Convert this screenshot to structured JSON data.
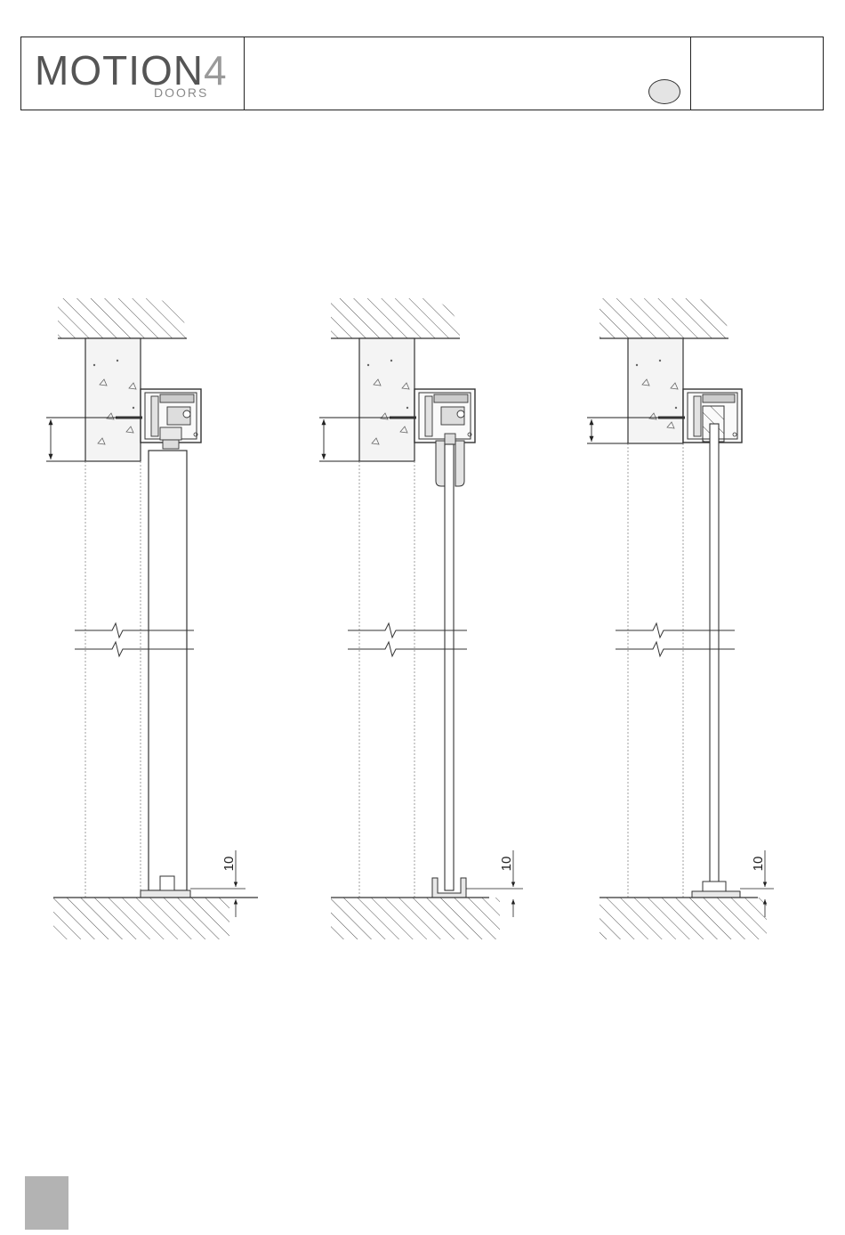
{
  "header": {
    "logo_main": "MOTION",
    "logo_digit": "4",
    "logo_sub": "DOORS"
  },
  "colors": {
    "line": "#333333",
    "wall_fill": "#f4f4f4",
    "page_tab": "#b3b3b3"
  },
  "drawings": [
    {
      "id": "wooden-door",
      "floor_gap": "10"
    },
    {
      "id": "glass-door-clamp",
      "floor_gap": "10"
    },
    {
      "id": "glass-door-profile",
      "floor_gap": "10"
    }
  ]
}
